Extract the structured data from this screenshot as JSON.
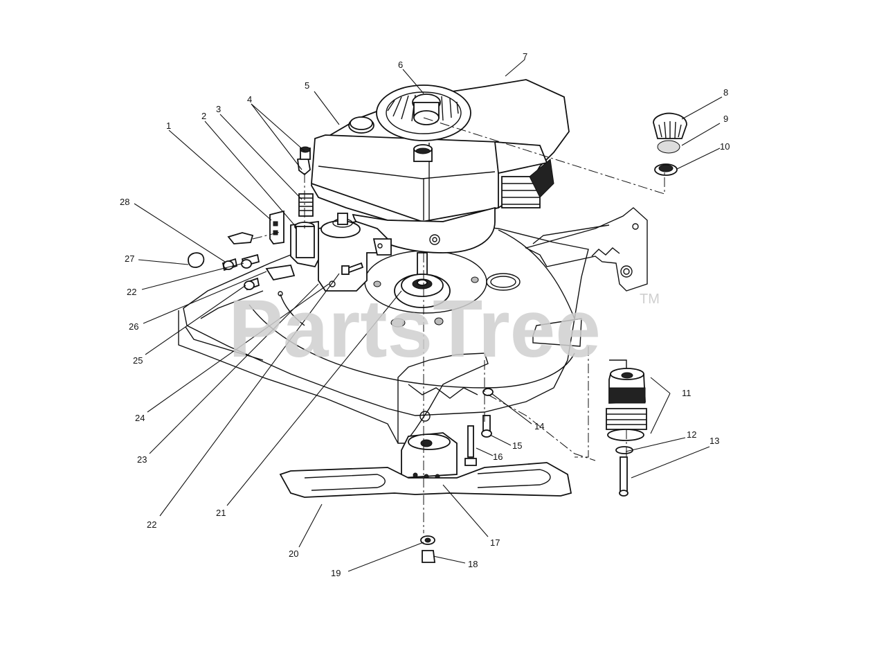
{
  "watermark": {
    "text": "PartsTree",
    "trademark": "TM"
  },
  "callouts": [
    {
      "id": "1",
      "text": "1"
    },
    {
      "id": "2",
      "text": "2"
    },
    {
      "id": "3",
      "text": "3"
    },
    {
      "id": "4",
      "text": "4"
    },
    {
      "id": "5",
      "text": "5"
    },
    {
      "id": "6",
      "text": "6"
    },
    {
      "id": "7",
      "text": "7"
    },
    {
      "id": "8",
      "text": "8"
    },
    {
      "id": "9",
      "text": "9"
    },
    {
      "id": "10",
      "text": "10"
    },
    {
      "id": "11",
      "text": "11"
    },
    {
      "id": "12",
      "text": "12"
    },
    {
      "id": "13",
      "text": "13"
    },
    {
      "id": "14",
      "text": "14"
    },
    {
      "id": "15",
      "text": "15"
    },
    {
      "id": "16",
      "text": "16"
    },
    {
      "id": "17",
      "text": "17"
    },
    {
      "id": "18",
      "text": "18"
    },
    {
      "id": "19",
      "text": "19"
    },
    {
      "id": "20",
      "text": "20"
    },
    {
      "id": "21",
      "text": "21"
    },
    {
      "id": "22a",
      "text": "22"
    },
    {
      "id": "22b",
      "text": "22"
    },
    {
      "id": "23",
      "text": "23"
    },
    {
      "id": "24",
      "text": "24"
    },
    {
      "id": "25",
      "text": "25"
    },
    {
      "id": "26",
      "text": "26"
    },
    {
      "id": "27",
      "text": "27"
    },
    {
      "id": "28",
      "text": "28"
    }
  ]
}
